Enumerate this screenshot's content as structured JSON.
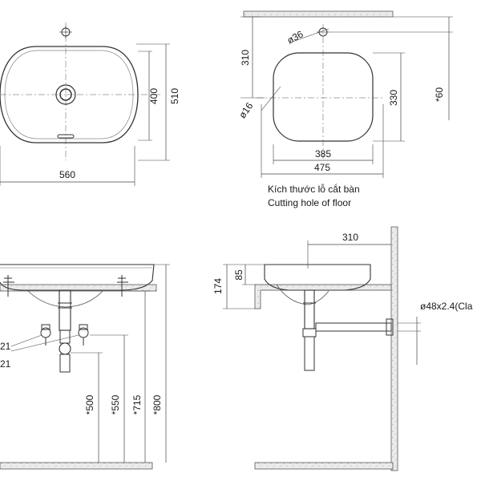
{
  "top_left_view": {
    "dims": {
      "width": "560",
      "inner_height": "400",
      "outer_height": "510"
    }
  },
  "top_right_view": {
    "dims": {
      "overall_top": "310",
      "tap_hole": "ø36",
      "corner": "ø16",
      "inner_height": "330",
      "wall_offset": "*60",
      "cut_width": "385",
      "overall_width": "475"
    },
    "caption_vi": "Kích thước lỗ cắt bàn",
    "caption_en": "Cutting hole of floor"
  },
  "bottom_left_view": {
    "dims": {
      "h1": "*500",
      "h2": "*550",
      "h3": "*715",
      "h4": "*800",
      "lbl_a": "21",
      "lbl_b": "21"
    }
  },
  "bottom_right_view": {
    "dims": {
      "depth": "310",
      "bowl": "85",
      "overall": "174",
      "pipe": "ø48x2.4(Cla"
    }
  }
}
